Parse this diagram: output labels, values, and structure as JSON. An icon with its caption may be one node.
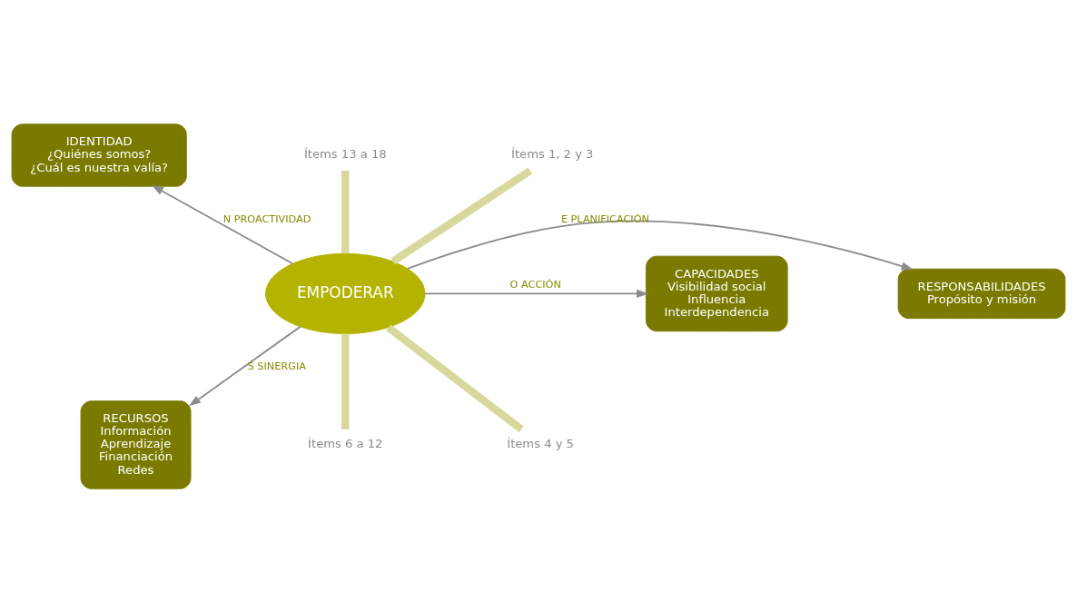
{
  "diagram": {
    "nodes": [
      {
        "text": [
          "EMPODERAR"
        ]
      },
      {
        "text": [
          "IDENTIDAD",
          "¿Quiénes somos?",
          "¿Cuál es nuestra valía?"
        ]
      },
      {
        "text": [
          "CAPACIDADES",
          "Visibilidad social",
          "Influencia",
          "Interdependencia"
        ]
      },
      {
        "text": [
          "RESPONSABILIDADES",
          "Propósito y misión"
        ]
      },
      {
        "text": [
          "RECURSOS",
          "Información",
          "Aprendizaje",
          "Financiación",
          "Redes"
        ]
      },
      {
        "text": [
          "Ítems 13 a 18"
        ]
      },
      {
        "text": [
          "Ítems 1, 2 y 3"
        ]
      },
      {
        "text": [
          "Ítems 6 a 12"
        ]
      },
      {
        "text": [
          "Ítems 4 y 5"
        ]
      }
    ],
    "edges": [
      {
        "from": 0,
        "to": 1,
        "arrow": "to",
        "label": "N PROACTIVIDAD"
      },
      {
        "from": 0,
        "to": 2,
        "arrow": "to",
        "label": "O ACCIÓN"
      },
      {
        "from": 0,
        "to": 3,
        "arrow": "to",
        "label": "E PLANIFICACIÓN"
      },
      {
        "from": 0,
        "to": 4,
        "arrow": "to",
        "label": "S SINERGIA"
      },
      {
        "from": 0,
        "to": 5,
        "arrow": "none",
        "style": "thick",
        "color": "#d8d89c"
      },
      {
        "from": 0,
        "to": 6,
        "arrow": "none",
        "style": "thick",
        "color": "#d8d89c"
      },
      {
        "from": 0,
        "to": 7,
        "arrow": "none",
        "style": "thick",
        "color": "#d8d89c"
      },
      {
        "from": 0,
        "to": 8,
        "arrow": "none",
        "style": "thick",
        "color": "#d8d89c"
      }
    ]
  }
}
